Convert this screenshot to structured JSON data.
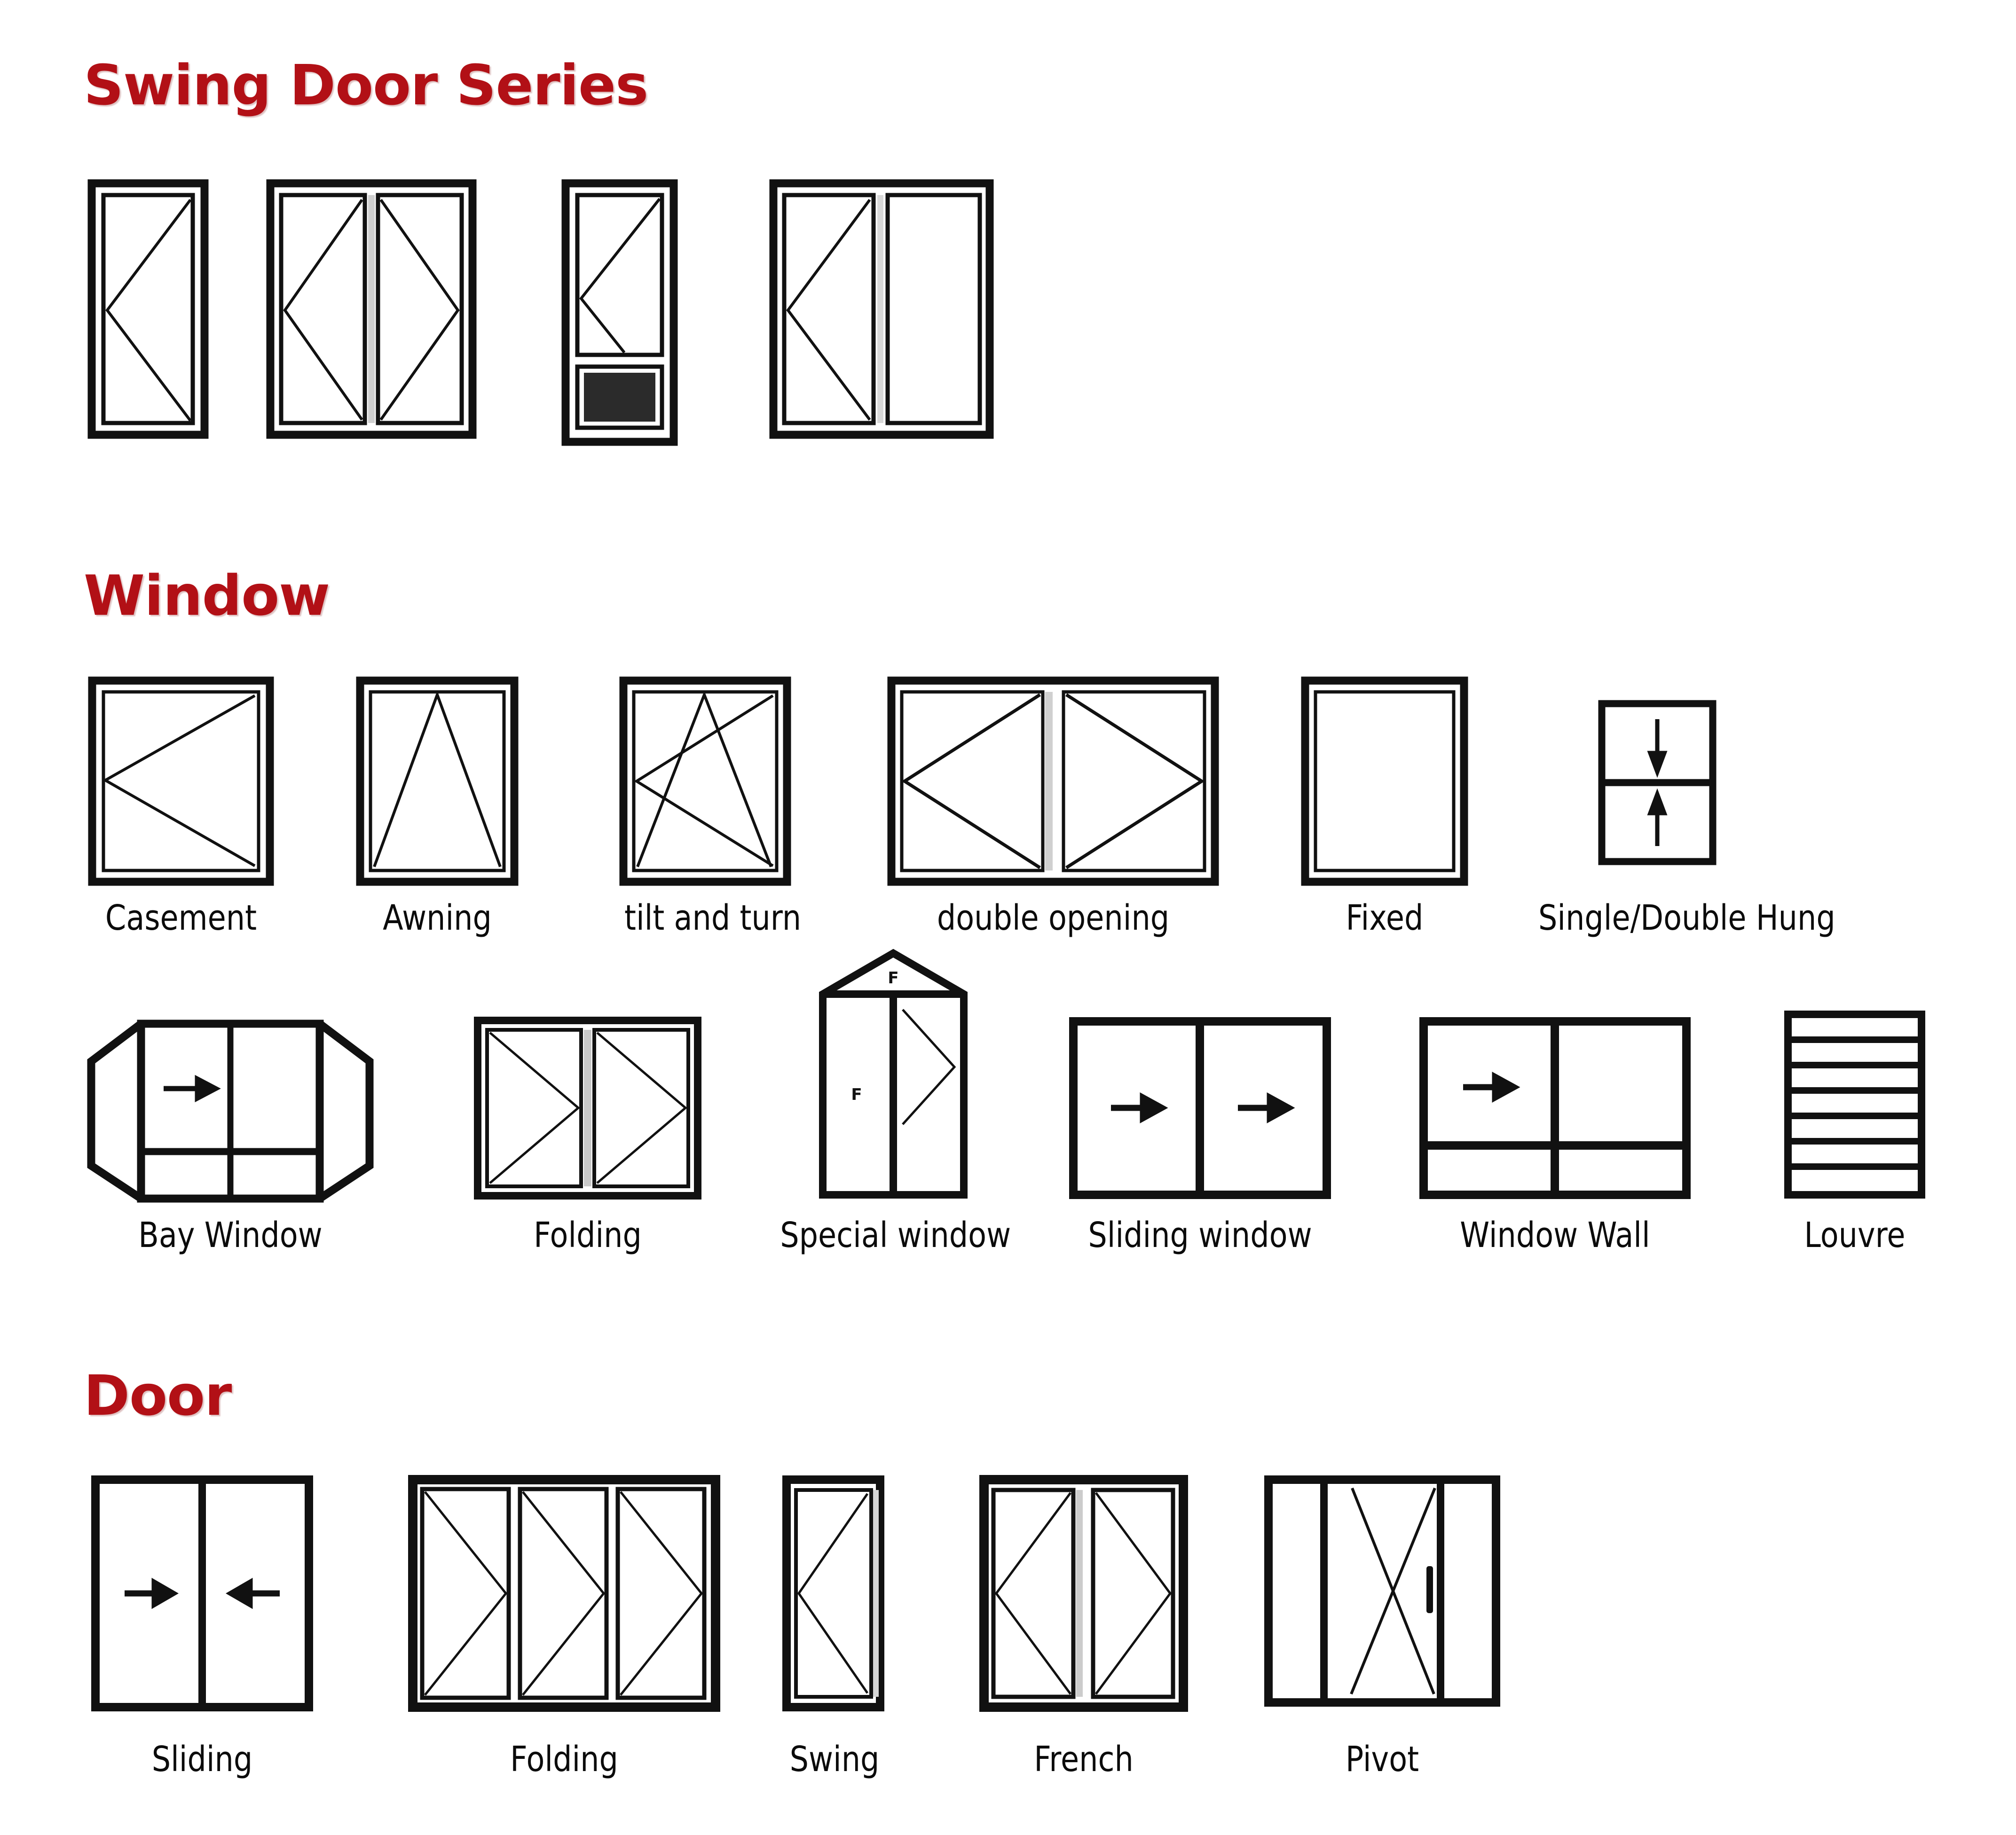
{
  "page": {
    "background": "#ffffff",
    "accent_color": "#b21016",
    "line_color": "#111111"
  },
  "sections": [
    {
      "id": "swing-door-series",
      "title": "Swing Door Series"
    },
    {
      "id": "window",
      "title": "Window"
    },
    {
      "id": "door",
      "title": "Door"
    }
  ],
  "swing_door_series": {
    "title": "Swing Door Series",
    "items": [
      {
        "name": "single-swing-door",
        "label": "",
        "panels": 1,
        "marks": [
          "hinge-left"
        ]
      },
      {
        "name": "double-swing-door",
        "label": "",
        "panels": 2,
        "marks": [
          "hinge-left",
          "hinge-right"
        ]
      },
      {
        "name": "swing-door-with-solid-panel",
        "label": "",
        "panels": 1,
        "marks": [
          "hinge-left",
          "solid-bottom-panel"
        ]
      },
      {
        "name": "swing-door-with-fixed-sidelight",
        "label": "",
        "panels": 2,
        "marks": [
          "hinge-left",
          "fixed"
        ]
      }
    ]
  },
  "window": {
    "title": "Window",
    "row1": [
      {
        "name": "casement-window",
        "label": "Casement",
        "marks": [
          "hinge-left"
        ]
      },
      {
        "name": "awning-window",
        "label": "Awning",
        "marks": [
          "awning-peak"
        ]
      },
      {
        "name": "tilt-and-turn-window",
        "label": "tilt and turn",
        "marks": [
          "hinge-left",
          "awning-peak"
        ]
      },
      {
        "name": "double-opening-window",
        "label": "double opening",
        "marks": [
          "hinge-left",
          "hinge-right"
        ]
      },
      {
        "name": "fixed-window",
        "label": "Fixed",
        "marks": []
      },
      {
        "name": "single-double-hung-window",
        "label": "Single/Double Hung",
        "marks": [
          "arrow-down",
          "arrow-up"
        ]
      }
    ],
    "row2": [
      {
        "name": "bay-window",
        "label": "Bay Window",
        "marks": [
          "arrow-right"
        ]
      },
      {
        "name": "folding-window",
        "label": "Folding",
        "marks": [
          "hinge-right",
          "hinge-right"
        ]
      },
      {
        "name": "special-window",
        "label": "Special window",
        "marks": [
          "gable-top",
          "hinge-right"
        ],
        "pane_letters": [
          "F",
          "F"
        ]
      },
      {
        "name": "sliding-window",
        "label": "Sliding window",
        "marks": [
          "arrow-right",
          "arrow-right"
        ]
      },
      {
        "name": "window-wall",
        "label": "Window Wall",
        "marks": [
          "arrow-right"
        ]
      },
      {
        "name": "louvre-window",
        "label": "Louvre",
        "slats": 7
      }
    ]
  },
  "door": {
    "title": "Door",
    "items": [
      {
        "name": "sliding-door",
        "label": "Sliding",
        "marks": [
          "arrow-right",
          "arrow-left"
        ]
      },
      {
        "name": "folding-door",
        "label": "Folding",
        "marks": [
          "hinge-right",
          "hinge-right",
          "hinge-right"
        ]
      },
      {
        "name": "swing-door",
        "label": "Swing",
        "marks": [
          "hinge-left"
        ]
      },
      {
        "name": "french-door",
        "label": "French",
        "marks": [
          "hinge-left",
          "hinge-right"
        ]
      },
      {
        "name": "pivot-door",
        "label": "Pivot",
        "marks": [
          "pivot-x",
          "handle"
        ]
      }
    ]
  }
}
